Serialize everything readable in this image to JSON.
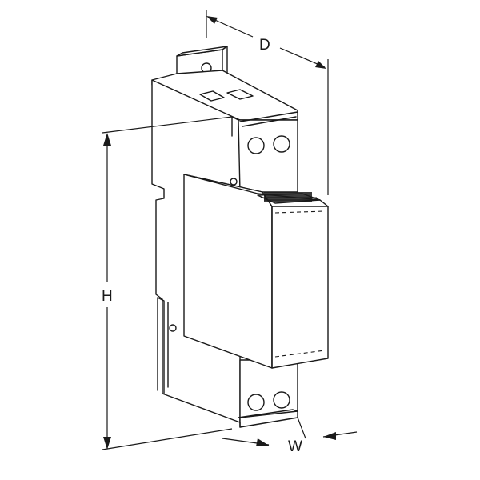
{
  "diagram": {
    "dimensions": {
      "depth_label": "D",
      "height_label": "H",
      "width_label": "W"
    },
    "colors": {
      "line": "#1a1a1a",
      "background": "#ffffff"
    }
  }
}
